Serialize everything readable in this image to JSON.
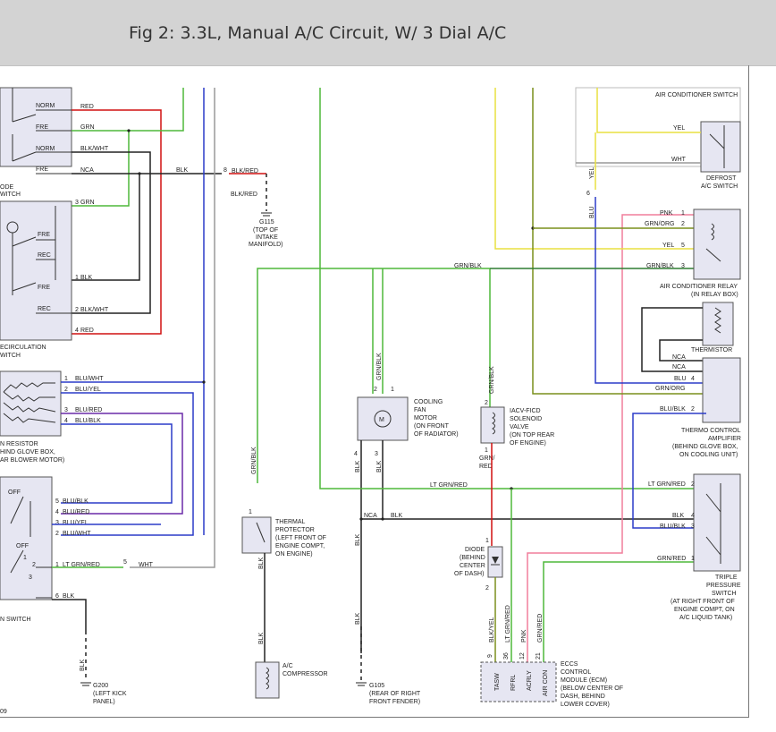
{
  "header": {
    "title": "Fig 2: 3.3L, Manual A/C Circuit, W/ 3 Dial A/C"
  },
  "colors": {
    "red": "#d01010",
    "green": "#4fb83a",
    "blue": "#2b3cc8",
    "purple": "#6a2aa8",
    "yellow": "#e8e040",
    "black": "#222222",
    "gray": "#999999",
    "pink": "#f07f9c",
    "greenblk": "#2e7d32",
    "olive": "#7a8f1c"
  },
  "mode_switch": {
    "norm1": "NORM",
    "fre1": "FRE",
    "norm2": "NORM",
    "fre2": "FRE",
    "w_red": "RED",
    "w_grn": "GRN",
    "w_blkwht": "BLK/WHT",
    "w_nca": "NCA",
    "w_blk": "BLK",
    "name": "ODE",
    "name2": "WITCH"
  },
  "conn8": {
    "pin": "8",
    "wire": "BLK/RED"
  },
  "g115": {
    "wire": "BLK/RED",
    "name": "G115",
    "l1": "(TOP OF",
    "l2": "INTAKE",
    "l3": "MANIFOLD)"
  },
  "recirc": {
    "fre1": "FRE",
    "rec1": "REC",
    "fre2": "FRE",
    "rec2": "REC",
    "p3": "3",
    "w3": "GRN",
    "p1": "1",
    "w1": "BLK",
    "p2": "2",
    "w2": "BLK/WHT",
    "p4": "4",
    "w4": "RED",
    "name": "ECIRCULATION",
    "name2": "WITCH"
  },
  "resistor": {
    "p1": "1",
    "w1": "BLU/WHT",
    "p2": "2",
    "w2": "BLU/YEL",
    "p3": "3",
    "w3": "BLU/RED",
    "p4": "4",
    "w4": "BLU/BLK",
    "l1": "N RESISTOR",
    "l2": "HIND GLOVE BOX,",
    "l3": "AR BLOWER MOTOR)"
  },
  "fan_switch": {
    "off1": "OFF",
    "off2": "OFF",
    "p5": "5",
    "w5": "BLU/BLK",
    "p4": "4",
    "w4": "BLU/RED",
    "p3": "3",
    "w3": "BLU/YEL",
    "p2": "2",
    "w2": "BLU/WHT",
    "p1": "1",
    "w1": "LT GRN/RED",
    "c5": "5",
    "wht": "WHT",
    "p6": "6",
    "w6": "BLK",
    "n1": "1",
    "n2": "2",
    "n3": "3",
    "name": "N SWITCH"
  },
  "g200": {
    "wire": "BLK",
    "name": "G200",
    "l1": "(LEFT KICK",
    "l2": "PANEL)",
    "corner": "09"
  },
  "thermal": {
    "wire": "GRN/BLK",
    "pin": "1",
    "wire_down": "BLK",
    "l1": "THERMAL",
    "l2": "PROTECTOR",
    "l3": "(LEFT FRONT OF",
    "l4": "ENGINE COMPT,",
    "l5": "ON ENGINE)"
  },
  "compressor": {
    "wire": "BLK",
    "name1": "A/C",
    "name2": "COMPRESSOR"
  },
  "fan_motor": {
    "wire_top": "GRN/BLK",
    "p2": "2",
    "p1": "1",
    "p4": "4",
    "p3": "3",
    "w4": "BLK",
    "w3": "BLK",
    "l1": "COOLING",
    "l2": "FAN",
    "l3": "MOTOR",
    "l4": "(ON FRONT",
    "l5": "OF RADIATOR)"
  },
  "nca_junction": {
    "w_nca": "NCA",
    "w_blk": "BLK",
    "w_down": "BLK"
  },
  "g105": {
    "wire": "BLK",
    "name": "G105",
    "l1": "(REAR OF RIGHT",
    "l2": "FRONT FENDER)"
  },
  "iacv": {
    "wire_top": "GRN/BLK",
    "p2": "2",
    "p1": "1",
    "w_bot": "GRN/",
    "w_bot2": "RED",
    "l1": "IACV-FICD",
    "l2": "SOLENOID",
    "l3": "VALVE",
    "l4": "(ON TOP REAR",
    "l5": "OF ENGINE)"
  },
  "diode": {
    "p1": "1",
    "p2": "2",
    "l1": "DIODE",
    "l2": "(BEHIND",
    "l3": "CENTER",
    "l4": "OF DASH)"
  },
  "ltgrn_bus": {
    "wire": "LT GRN/RED"
  },
  "grnblk_bus": {
    "wire": "GRN/BLK"
  },
  "ecm": {
    "p9": "9",
    "p36": "36",
    "p12": "12",
    "p21": "21",
    "w9": "BLK/YEL",
    "w36": "LT GRN/RED",
    "w12": "PNK",
    "w21": "GRN/RED",
    "t1": "TASW",
    "t2": "RFRL",
    "t3": "ACRLY",
    "t4": "AIR CON",
    "l1": "ECCS",
    "l2": "CONTROL",
    "l3": "MODULE (ECM)",
    "l4": "(BELOW CENTER OF",
    "l5": "DASH, BEHIND",
    "l6": "LOWER COVER)"
  },
  "defrost": {
    "top": "AIR CONDITIONER SWITCH",
    "yel": "YEL",
    "wht": "WHT",
    "l1": "DEFROST",
    "l2": "A/C SWITCH"
  },
  "blu_yel": {
    "pin": "6",
    "wire": "BLU",
    "wire2": "YEL"
  },
  "relay": {
    "p1": "1",
    "w1": "PNK",
    "p2": "2",
    "w2": "GRN/ORG",
    "p5": "5",
    "w5": "YEL",
    "p3": "3",
    "w3": "GRN/BLK",
    "l1": "AIR CONDITIONER RELAY",
    "l2": "(IN RELAY BOX)"
  },
  "thermistor": {
    "name": "THERMISTOR",
    "nca1": "NCA",
    "nca2": "NCA"
  },
  "amplifier": {
    "p4": "4",
    "w4": "BLU",
    "w_grnorg": "GRN/ORG",
    "p2": "2",
    "w2": "BLU/BLK",
    "l1": "THERMO CONTROL",
    "l2": "AMPLIFIER",
    "l3": "(BEHIND GLOVE BOX,",
    "l4": "ON COOLING UNIT)"
  },
  "triple": {
    "p2": "2",
    "w2": "LT GRN/RED",
    "p4": "4",
    "w4": "BLK",
    "p3": "3",
    "w3": "BLU/BLK",
    "p1": "1",
    "w1": "GRN/RED",
    "l1": "TRIPLE",
    "l2": "PRESSURE",
    "l3": "SWITCH",
    "l4": "(AT RIGHT FRONT OF",
    "l5": "ENGINE COMPT, ON",
    "l6": "A/C LIQUID TANK)"
  }
}
